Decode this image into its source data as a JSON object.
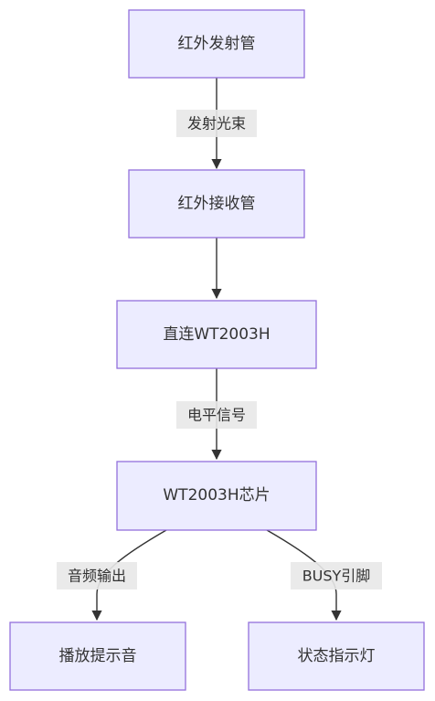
{
  "diagram": {
    "nodes": {
      "ir_emitter": "红外发射管",
      "ir_receiver": "红外接收管",
      "direct_wt2003h": "直连WT2003H",
      "wt2003h_chip": "WT2003H芯片",
      "play_sound": "播放提示音",
      "status_led": "状态指示灯"
    },
    "edges": {
      "emitter_to_receiver": "发射光束",
      "direct_to_chip": "电平信号",
      "chip_to_sound": "音频输出",
      "chip_to_led": "BUSY引脚"
    }
  },
  "colors": {
    "node_fill": "#ECECFF",
    "node_border": "#9370DB",
    "edge": "#333333",
    "label_bg": "#e8e8e8"
  }
}
